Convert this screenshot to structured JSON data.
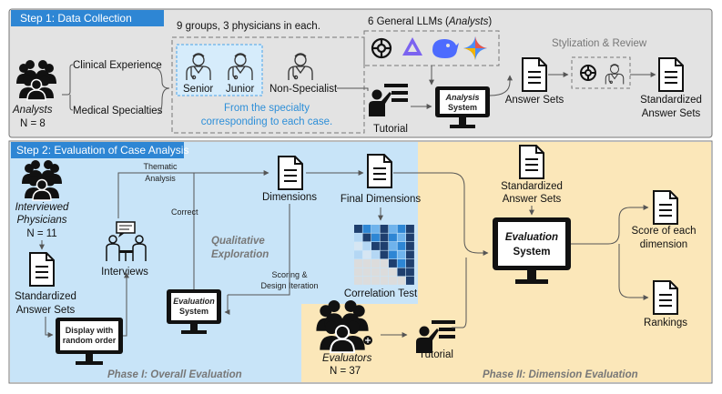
{
  "step1": {
    "label": "Step 1: Data Collection",
    "analysts": {
      "title": "Analysts",
      "count": "N = 8"
    },
    "criteria": [
      "Clinical Experience",
      "Medical Specialties"
    ],
    "groups_label": "9 groups, 3 physicians in each.",
    "physicians": [
      "Senior",
      "Junior",
      "Non-Specialist"
    ],
    "specialty_note": [
      "From the specialty",
      "corresponding to each case."
    ],
    "llms_label_pre": "6 General LLMs (",
    "llms_label_em": "Analysts",
    "llms_label_post": ")",
    "tutorial": "Tutorial",
    "analysis_system": [
      "Analysis",
      "System"
    ],
    "answer_sets": "Answer Sets",
    "stylization": "Stylization & Review",
    "standardized": [
      "Standardized",
      "Answer Sets"
    ]
  },
  "step2": {
    "label": "Step 2: Evaluation of Case Analysis",
    "interviewed": [
      "Interviewed",
      "Physicians"
    ],
    "interviewed_count": "N = 11",
    "std_answer_sets": [
      "Standardized",
      "Answer Sets"
    ],
    "display_box": [
      "Display with",
      "random order"
    ],
    "interviews": "Interviews",
    "thematic": [
      "Thematic",
      "Analysis"
    ],
    "correct": "Correct",
    "dimensions": "Dimensions",
    "final_dimensions": "Final Dimensions",
    "correlation": "Correlation Test",
    "qualitative": [
      "Qualitative",
      "Exploration"
    ],
    "scoring": [
      "Scoring &",
      "Design Iteration"
    ],
    "eval_system_small": [
      "Evaluation",
      "System"
    ],
    "phase1": "Phase I: Overall Evaluation",
    "std_answer_sets_right": [
      "Standardized",
      "Answer Sets"
    ],
    "eval_system_big": [
      "Evaluation",
      "System"
    ],
    "score_each": [
      "Score of each",
      "dimension"
    ],
    "rankings": "Rankings",
    "evaluators": "Evaluators",
    "evaluators_count": "N = 37",
    "tutorial": "Tutorial",
    "phase2": "Phase II: Dimension Evaluation"
  },
  "colors": {
    "step1_bg": "#e3e3e3",
    "phase1_bg": "#c8e4f8",
    "phase2_bg": "#fbe7b9",
    "accent_blue": "#2e8fd8",
    "label_blue": "#2e86d4"
  }
}
